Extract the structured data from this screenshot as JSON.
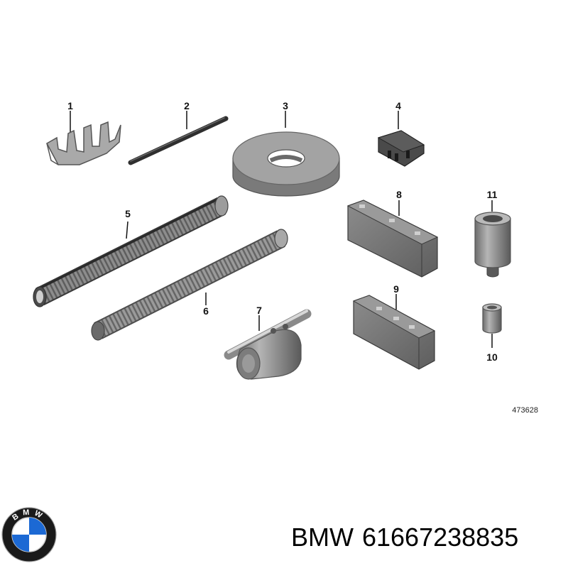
{
  "diagram": {
    "callouts": [
      "1",
      "2",
      "3",
      "4",
      "5",
      "6",
      "7",
      "8",
      "9",
      "10",
      "11"
    ],
    "reference_number": "473628"
  },
  "footer": {
    "brand": "BMW",
    "part_number": "61667238835",
    "logo_letters": "BMW"
  },
  "colors": {
    "part_gray": "#8f8f8f",
    "part_dark": "#3f3f3f",
    "part_light": "#c8c8c8",
    "logo_blue": "#1c69d4",
    "logo_ring": "#1a1a1a"
  },
  "icons": [
    "bmw-logo-icon"
  ]
}
